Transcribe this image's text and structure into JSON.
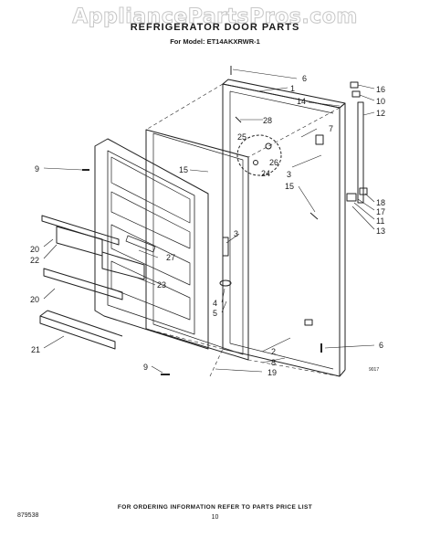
{
  "watermark": "AppliancePartsPros.com",
  "title": "REFRIGERATOR DOOR PARTS",
  "model_line": "For Model: ET14AKXRWR-1",
  "footer_note": "FOR ORDERING INFORMATION REFER TO PARTS PRICE LIST",
  "doc_number": "879538",
  "page_number": "10",
  "art_code": "9017",
  "callouts": {
    "c6_top": "6",
    "c1": "1",
    "c14": "14",
    "c28": "28",
    "c7": "7",
    "c16": "16",
    "c10": "10",
    "c12": "12",
    "c25": "25",
    "c26": "26",
    "c24": "24",
    "c3_upper": "3",
    "c15_right": "15",
    "c18": "18",
    "c17": "17",
    "c11": "11",
    "c13": "13",
    "c9_top": "9",
    "c15_left": "15",
    "c3_mid": "3",
    "c20_top": "20",
    "c22": "22",
    "c27": "27",
    "c23": "23",
    "c20_bottom": "20",
    "c4": "4",
    "c5": "5",
    "c21": "21",
    "c2": "2",
    "c8": "8",
    "c19": "19",
    "c9_bottom": "9",
    "c6_bottom": "6"
  }
}
